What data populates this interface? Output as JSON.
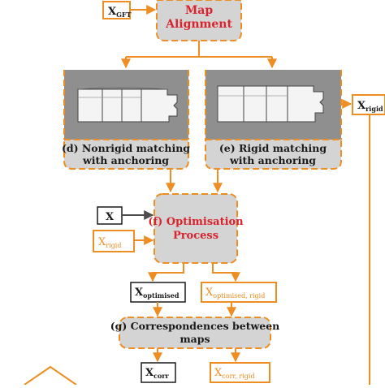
{
  "colors": {
    "orange": "#ee8d22",
    "red_title": "#d9232d",
    "box_fill": "#d4d4d4",
    "panel_gray": "#8f8f8f",
    "map_white": "#f4f4f4"
  },
  "nodes": {
    "map_alignment": {
      "line1": "Map",
      "line2": "Alignment"
    },
    "x_gft": {
      "base": "X",
      "sub": "GFT"
    },
    "nonrigid": {
      "line1": "(d) Nonrigid matching",
      "line2": "with anchoring"
    },
    "rigid": {
      "line1": "(e) Rigid matching",
      "line2": "with anchoring"
    },
    "x_rigid_right": {
      "base": "X",
      "sub": "rigid"
    },
    "x_input": {
      "base": "X"
    },
    "x_rigid_input": {
      "base": "X",
      "sub": "rigid"
    },
    "optimisation": {
      "line1": "(f) Optimisation",
      "line2": "Process"
    },
    "x_optimised": {
      "base": "X",
      "sub": "optimised"
    },
    "x_optimised_rigid": {
      "base": "X",
      "sub": "optimised, rigid"
    },
    "correspondences": {
      "line1": "(g) Correspondences between",
      "line2": "maps"
    },
    "x_corr": {
      "base": "X",
      "sub": "corr"
    },
    "x_corr_rigid": {
      "base": "X",
      "sub": "corr, rigid"
    }
  }
}
